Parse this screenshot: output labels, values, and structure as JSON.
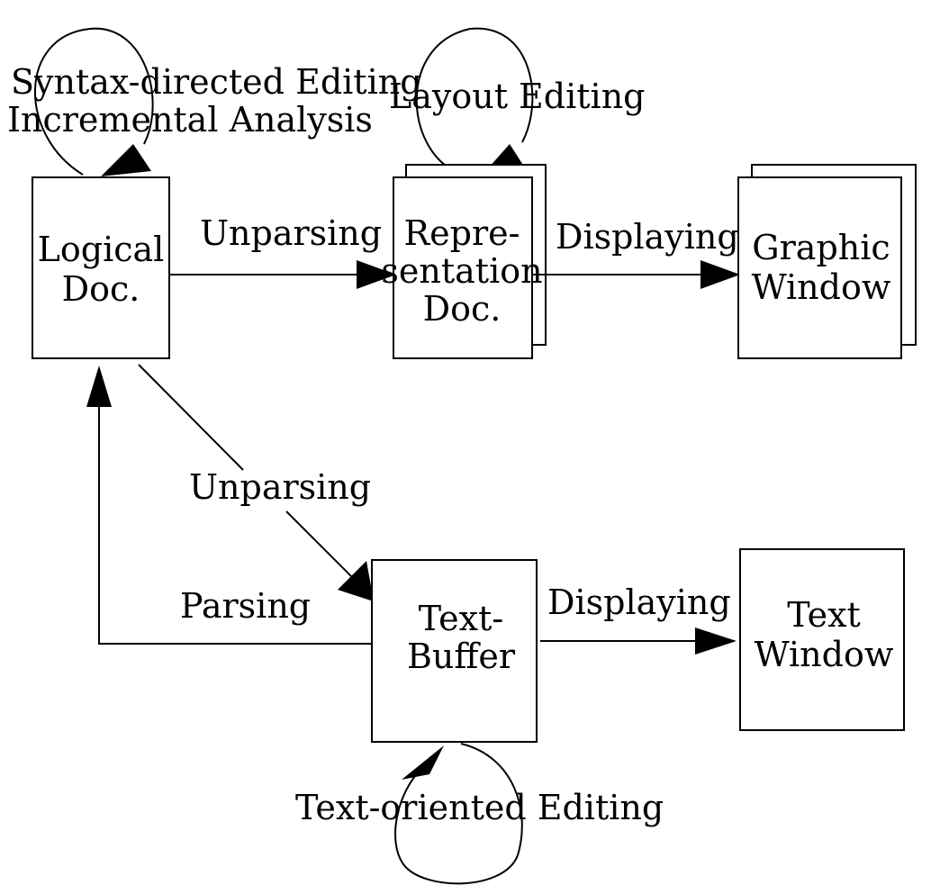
{
  "nodes": {
    "logical_doc": [
      "Logical",
      "Doc."
    ],
    "representation_doc": [
      "Repre-",
      "sentation",
      "Doc."
    ],
    "graphic_window": [
      "Graphic",
      "Window"
    ],
    "text_buffer": [
      "Text-",
      "Buffer"
    ],
    "text_window": [
      "Text",
      "Window"
    ]
  },
  "edges": {
    "syntax_loop": [
      "Syntax-directed Editing",
      "Incremental Analysis"
    ],
    "layout_loop": "Layout Editing",
    "unparsing_top": "Unparsing",
    "displaying_top": "Displaying",
    "unparsing_diag": "Unparsing",
    "parsing": "Parsing",
    "displaying_bottom": "Displaying",
    "text_loop": "Text-oriented Editing"
  }
}
